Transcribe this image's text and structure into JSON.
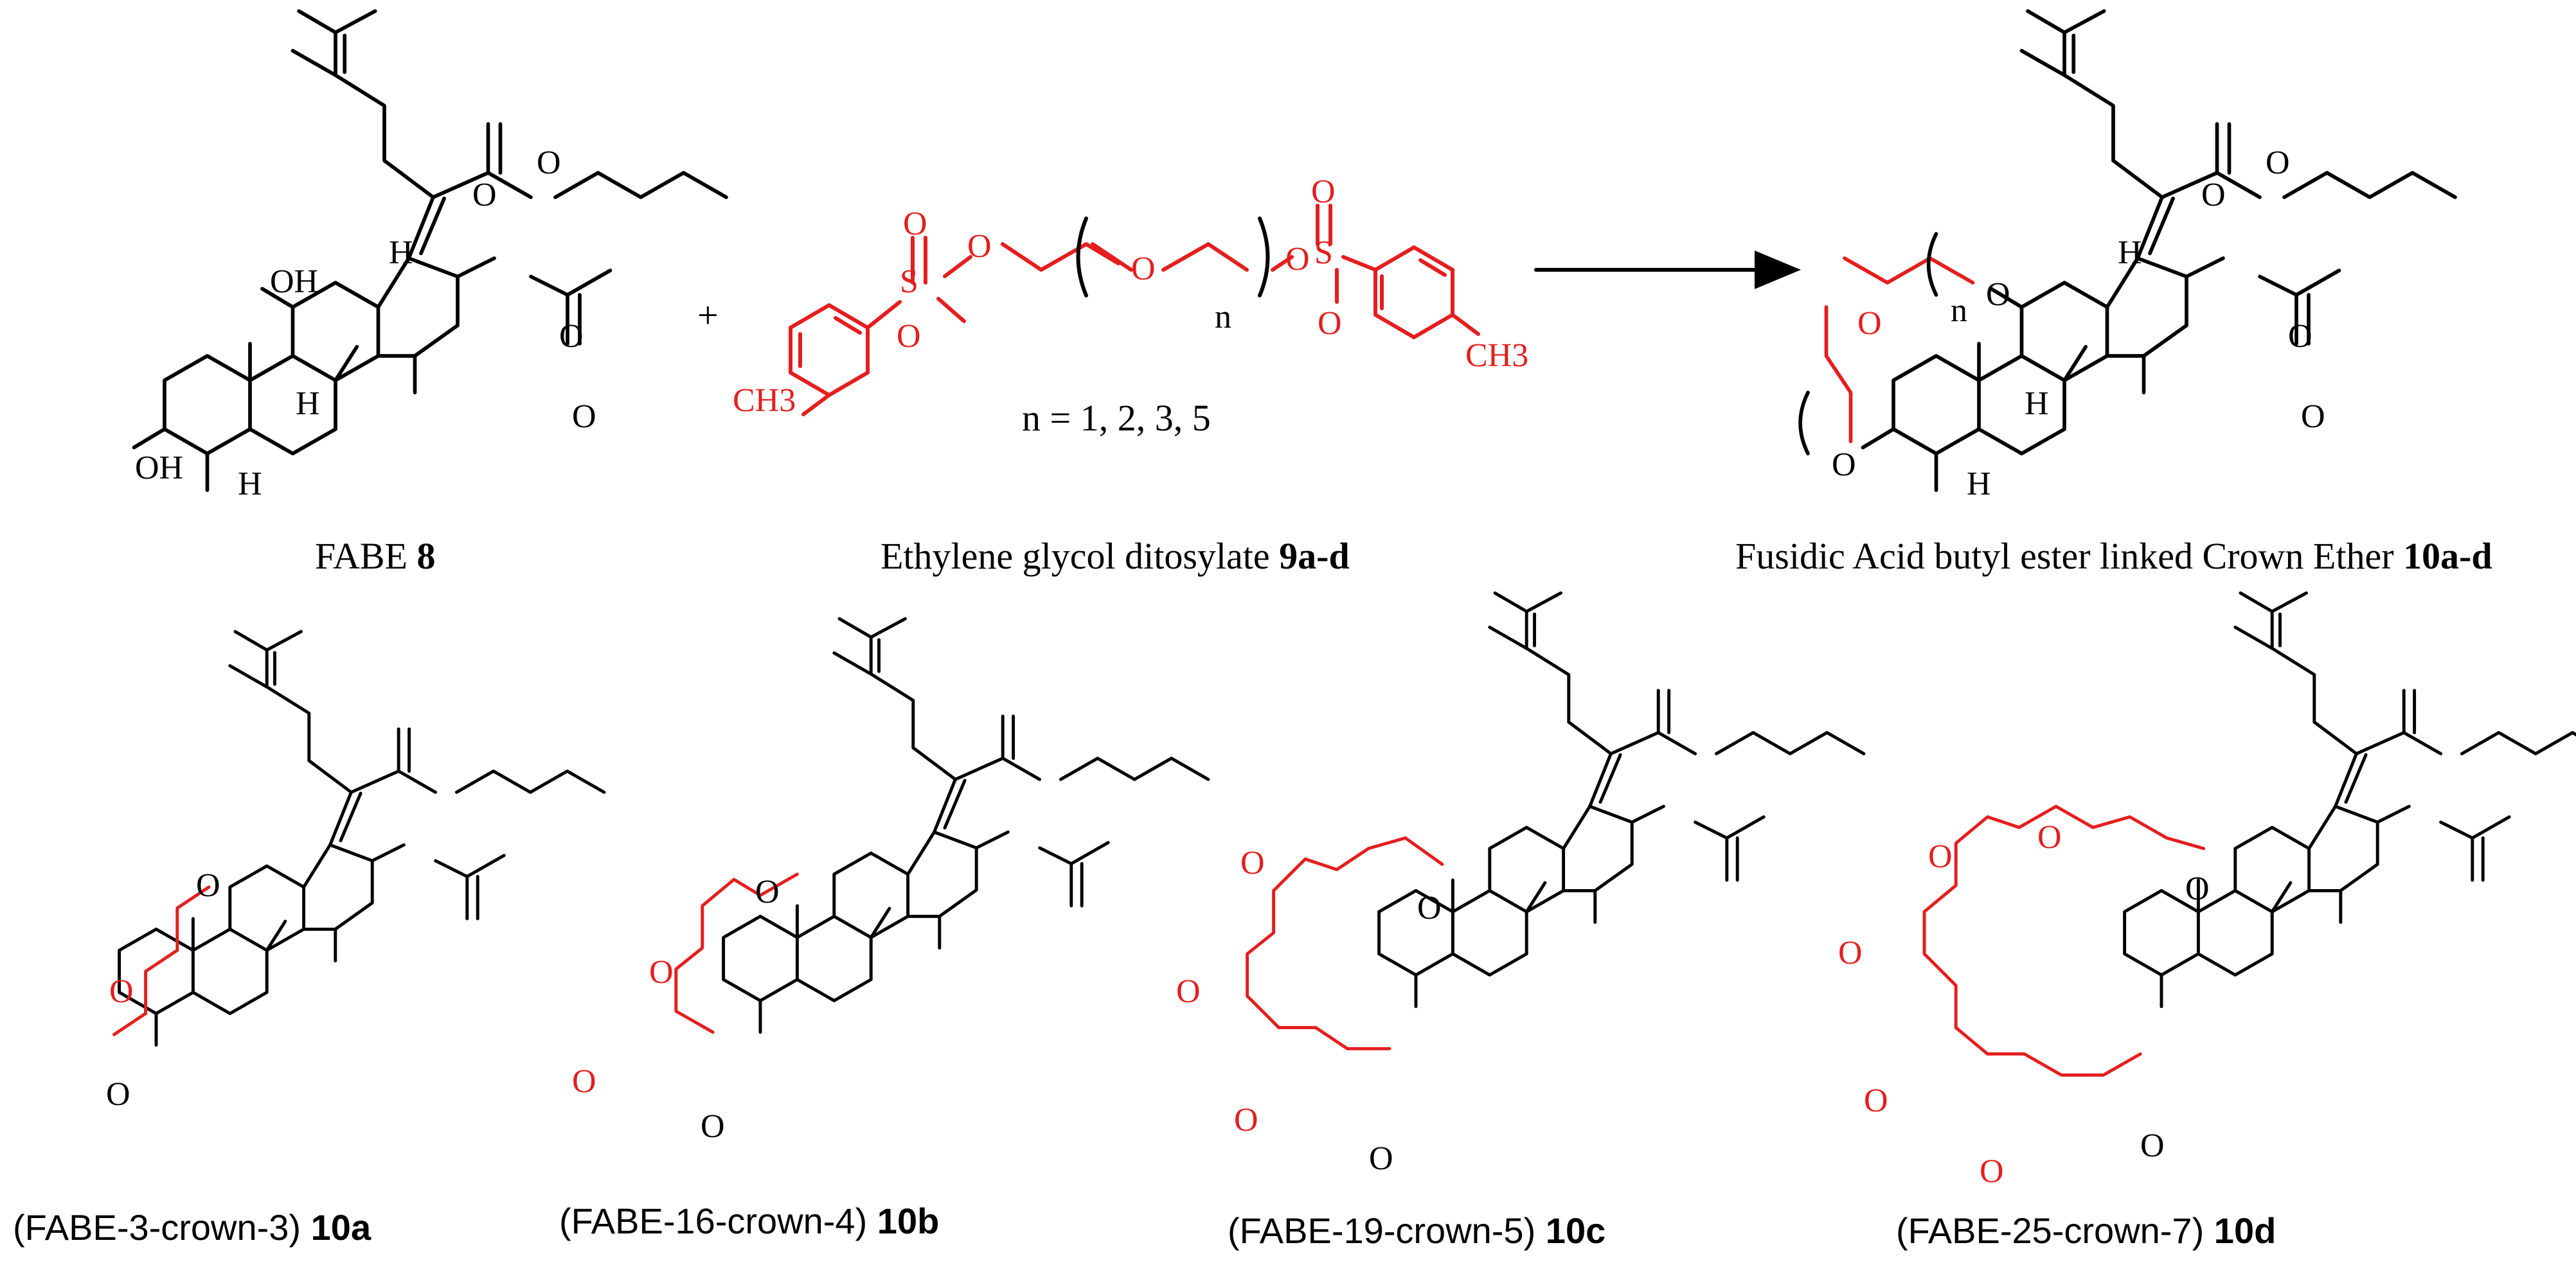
{
  "reaction": {
    "plus": "+",
    "n_values": "n = 1, 2, 3, 5",
    "n_symbol": "n"
  },
  "compounds": {
    "fabe": {
      "caption": "FABE",
      "id": "8"
    },
    "ditosylate": {
      "caption": "Ethylene glycol ditosylate",
      "id": "9a-d"
    },
    "product": {
      "caption": "Fusidic Acid butyl ester linked Crown Ether",
      "id": "10a-d"
    },
    "c10a": {
      "caption": "(FABE-3-crown-3)",
      "id": "10a"
    },
    "c10b": {
      "caption": "(FABE-16-crown-4)",
      "id": "10b"
    },
    "c10c": {
      "caption": "(FABE-19-crown-5)",
      "id": "10c"
    },
    "c10d": {
      "caption": "(FABE-25-crown-7)",
      "id": "10d"
    }
  },
  "atoms": {
    "oh": "OH",
    "o": "O",
    "h": "H",
    "s": "S",
    "ch3": "CH3"
  },
  "colors": {
    "bond": "#000000",
    "highlight": "#e41e1e"
  }
}
